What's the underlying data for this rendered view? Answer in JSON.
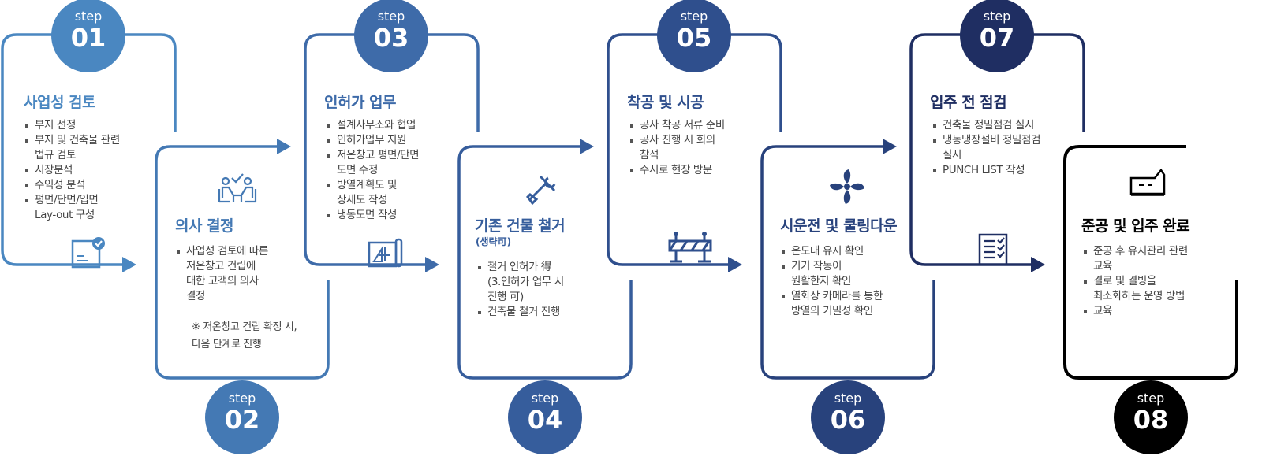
{
  "step_label": "step",
  "steps": [
    {
      "number": "01",
      "title": "사업성 검토",
      "color": "#4a87c1",
      "icon": "document-check-icon",
      "bullets": [
        [
          "부지 선정"
        ],
        [
          "부지 및 건축물 관련",
          "법규 검토"
        ],
        [
          "시장분석"
        ],
        [
          "수익성 분석"
        ],
        [
          "평면/단면/입면",
          "Lay-out 구성"
        ]
      ]
    },
    {
      "number": "02",
      "title": "의사 결정",
      "color": "#4479b4",
      "icon": "meeting-people-icon",
      "bullets": [
        [
          "사업성 검토에 따른",
          "저온창고 건립에",
          "대한 고객의 의사",
          "결정"
        ]
      ],
      "note": [
        "※ 저온창고 건립 확정 시,",
        "다음 단계로 진행"
      ]
    },
    {
      "number": "03",
      "title": "인허가 업무",
      "color": "#3e6ba9",
      "icon": "blueprint-icon",
      "bullets": [
        [
          "설계사무소와 협업"
        ],
        [
          "인허가업무 지원"
        ],
        [
          "저온창고 평면/단면",
          "도면 수정"
        ],
        [
          "방열계획도 및",
          "상세도 작성"
        ],
        [
          "냉동도면 작성"
        ]
      ]
    },
    {
      "number": "04",
      "title": "기존 건물 철거",
      "subtitle": "(생략可)",
      "color": "#365d9c",
      "icon": "tools-icon",
      "bullets": [
        [
          "철거 인허가 得",
          "(3.인허가 업무 시",
          "진행 可)"
        ],
        [
          "건축물 철거 진행"
        ]
      ]
    },
    {
      "number": "05",
      "title": "착공 및 시공",
      "color": "#2f4f8d",
      "icon": "road-barrier-icon",
      "bullets": [
        [
          "공사 착공 서류 준비"
        ],
        [
          "공사 진행 시 회의",
          "참석"
        ],
        [
          "수시로 현장 방문"
        ]
      ]
    },
    {
      "number": "06",
      "title": "시운전 및 쿨링다운",
      "color": "#28427c",
      "icon": "fan-icon",
      "bullets": [
        [
          "온도대 유지 확인"
        ],
        [
          "기기 작동이",
          "원활한지 확인"
        ],
        [
          "열화상 카메라를 통한",
          "방열의 기밀성 확인"
        ]
      ]
    },
    {
      "number": "07",
      "title": "입주 전 점검",
      "color": "#1f2e62",
      "icon": "checklist-icon",
      "bullets": [
        [
          "건축물 정밀점검 실시"
        ],
        [
          "냉동냉장설비 정밀점검",
          "실시"
        ],
        [
          "PUNCH LIST 작성"
        ]
      ]
    },
    {
      "number": "08",
      "title": "준공 및 입주 완료",
      "color": "#000000",
      "icon": "factory-icon",
      "bullets": [
        [
          "준공 후 유지관리 관련",
          "교육"
        ],
        [
          "결로 및 결빙을",
          "최소화하는 운영 방법"
        ],
        [
          "교육"
        ]
      ]
    }
  ]
}
